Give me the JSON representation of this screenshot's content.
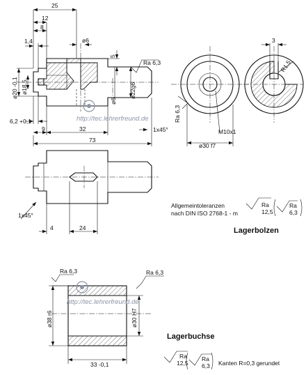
{
  "bolzen": {
    "dims": {
      "d25": "25",
      "d12": "12",
      "d8": "8",
      "d1_4": "1,4",
      "d_o6_top": "ø6",
      "d_5": "5",
      "d_ra63": "Ra 6,3",
      "d_o20": "ø20 -0,1",
      "d_o18_5": "ø18,5",
      "d_o6_side": "ø6",
      "d_o22g6": "ø22g6",
      "d_6_2": "6,2 +0,1",
      "d9": "9",
      "d32": "32",
      "d1x45_a": "1x45°",
      "d73": "73",
      "d1x45_b": "1x45°",
      "d4": "4",
      "d24": "24"
    },
    "end_view": {
      "ra63": "Ra 6,3",
      "m10x1": "M10x1",
      "o30f7": "ø30 f7",
      "d3": "3",
      "r15": "R1,5"
    },
    "tolerance_line1": "Allgemeintoleranzen",
    "tolerance_line2": "nach DIN ISO 2768-1 - m",
    "sym_ra_a": "Ra",
    "sym_12_5_a": "12,5",
    "sym_ra_b": "Ra",
    "sym_6_3_b": "6,3",
    "title": "Lagerbolzen"
  },
  "buchse": {
    "ra63_left": "Ra 6,3",
    "ra63_right": "Ra 6,3",
    "o38r6": "ø38 r6",
    "o30h7": "ø30 H7",
    "d33": "33 -0,1",
    "title": "Lagerbuchse",
    "sym_ra_a": "Ra",
    "sym_12_5_a": "12,5",
    "sym_ra_b": "Ra",
    "sym_6_3_b": "6,3",
    "note": "Kanten R=0,3 gerundet"
  },
  "watermark": "http://tec.lehrerfreund.de"
}
